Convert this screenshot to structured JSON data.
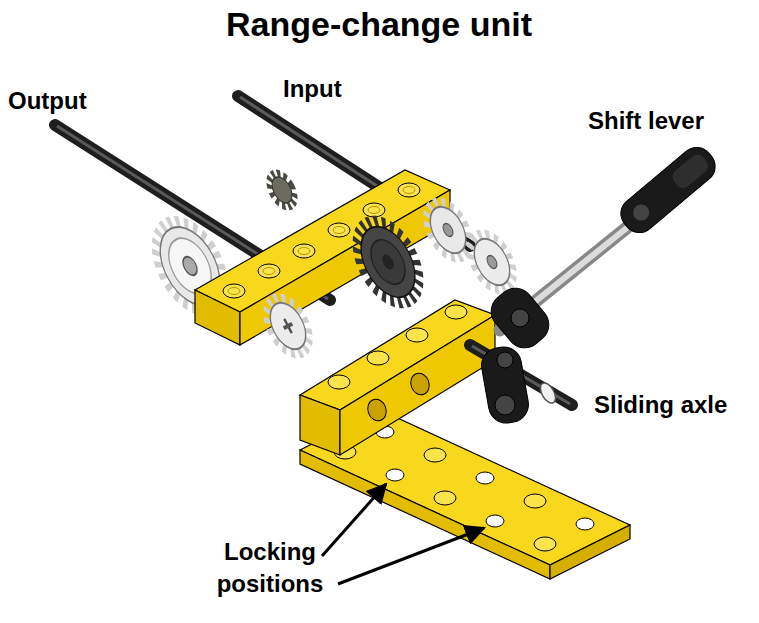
{
  "diagram": {
    "title": "Range-change unit",
    "labels": [
      "Output",
      "Input",
      "Shift lever",
      "Sliding axle",
      "Locking positions"
    ]
  }
}
